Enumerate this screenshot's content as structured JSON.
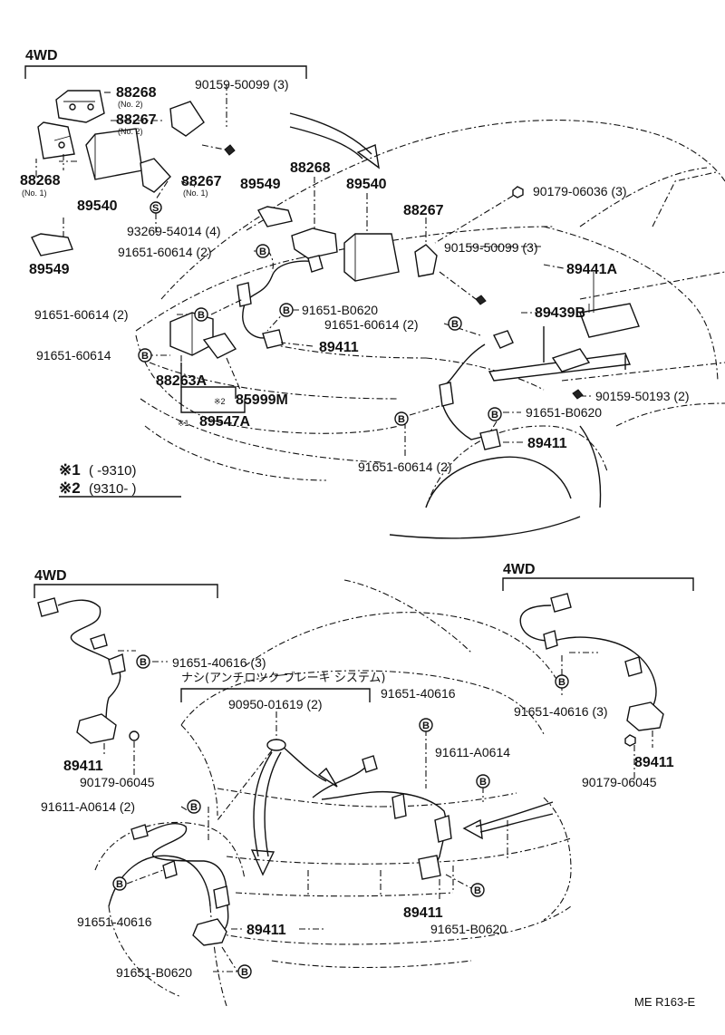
{
  "sections": {
    "top_4wd": "4WD",
    "bottom_left_4wd": "4WD",
    "bottom_right_4wd": "4WD"
  },
  "labels": {
    "p90159_50099_a": "90159-50099 (3)",
    "p88268_no2": "88268",
    "no2_a": "(No. 2)",
    "p88267_no2": "88267",
    "no2_b": "(No. 2)",
    "p88268_no1": "88268",
    "no1_a": "(No. 1)",
    "p88267_no1": "88267",
    "no1_b": "(No. 1)",
    "p89540_a": "89540",
    "p89549_a": "89549",
    "p93269": "93269-54014 (4)",
    "p89549_b": "89549",
    "p88268_b": "88268",
    "p89540_b": "89540",
    "p88267_b": "88267",
    "p90179_06036": "90179-06036 (3)",
    "p90159_50099_b": "90159-50099 (3)",
    "p91651_60614_a": "91651-60614 (2)",
    "p89441a": "89441A",
    "p91651_b0620_a": "91651-B0620",
    "p91651_60614_b": "91651-60614 (2)",
    "p91651_60614_c": "91651-60614 (2)",
    "p89439b": "89439B",
    "p89411_a": "89411",
    "p91651_60614_d": "91651-60614",
    "p88263a": "88263A",
    "p85999m": "85999M",
    "p89547a": "89547A",
    "p90159_50193": "90159-50193 (2)",
    "p91651_b0620_b": "91651-B0620",
    "p89411_b": "89411",
    "p91651_60614_e": "91651-60614 (2)",
    "p91651_40616_a": "91651-40616 (3)",
    "p91651_40616_b": "91651-40616",
    "p90950_01619": "90950-01619 (2)",
    "p91611_a0614_a": "91611-A0614",
    "p91651_40616_c": "91651-40616 (3)",
    "p89411_c": "89411",
    "p90179_06045_a": "90179-06045",
    "p89411_d": "89411",
    "p90179_06045_b": "90179-06045",
    "p91611_a0614_b": "91611-A0614 (2)",
    "p91651_40616_d": "91651-40616",
    "p89411_e": "89411",
    "p89411_f": "89411",
    "p91651_b0620_c": "91651-B0620",
    "p91651_b0620_d": "91651-B0620",
    "footer_code": "ME R163-E"
  },
  "symbols": {
    "b": "B",
    "s": "S",
    "mark1": "※1",
    "mark2": "※2",
    "mark1_inline": "※1",
    "mark2_inline": "※2"
  },
  "notes": {
    "note1_range": "(      -9310)",
    "note2_range": "(9310-        )",
    "abs_note": "ナシ(アンチロツク ブレーキ システム)"
  }
}
